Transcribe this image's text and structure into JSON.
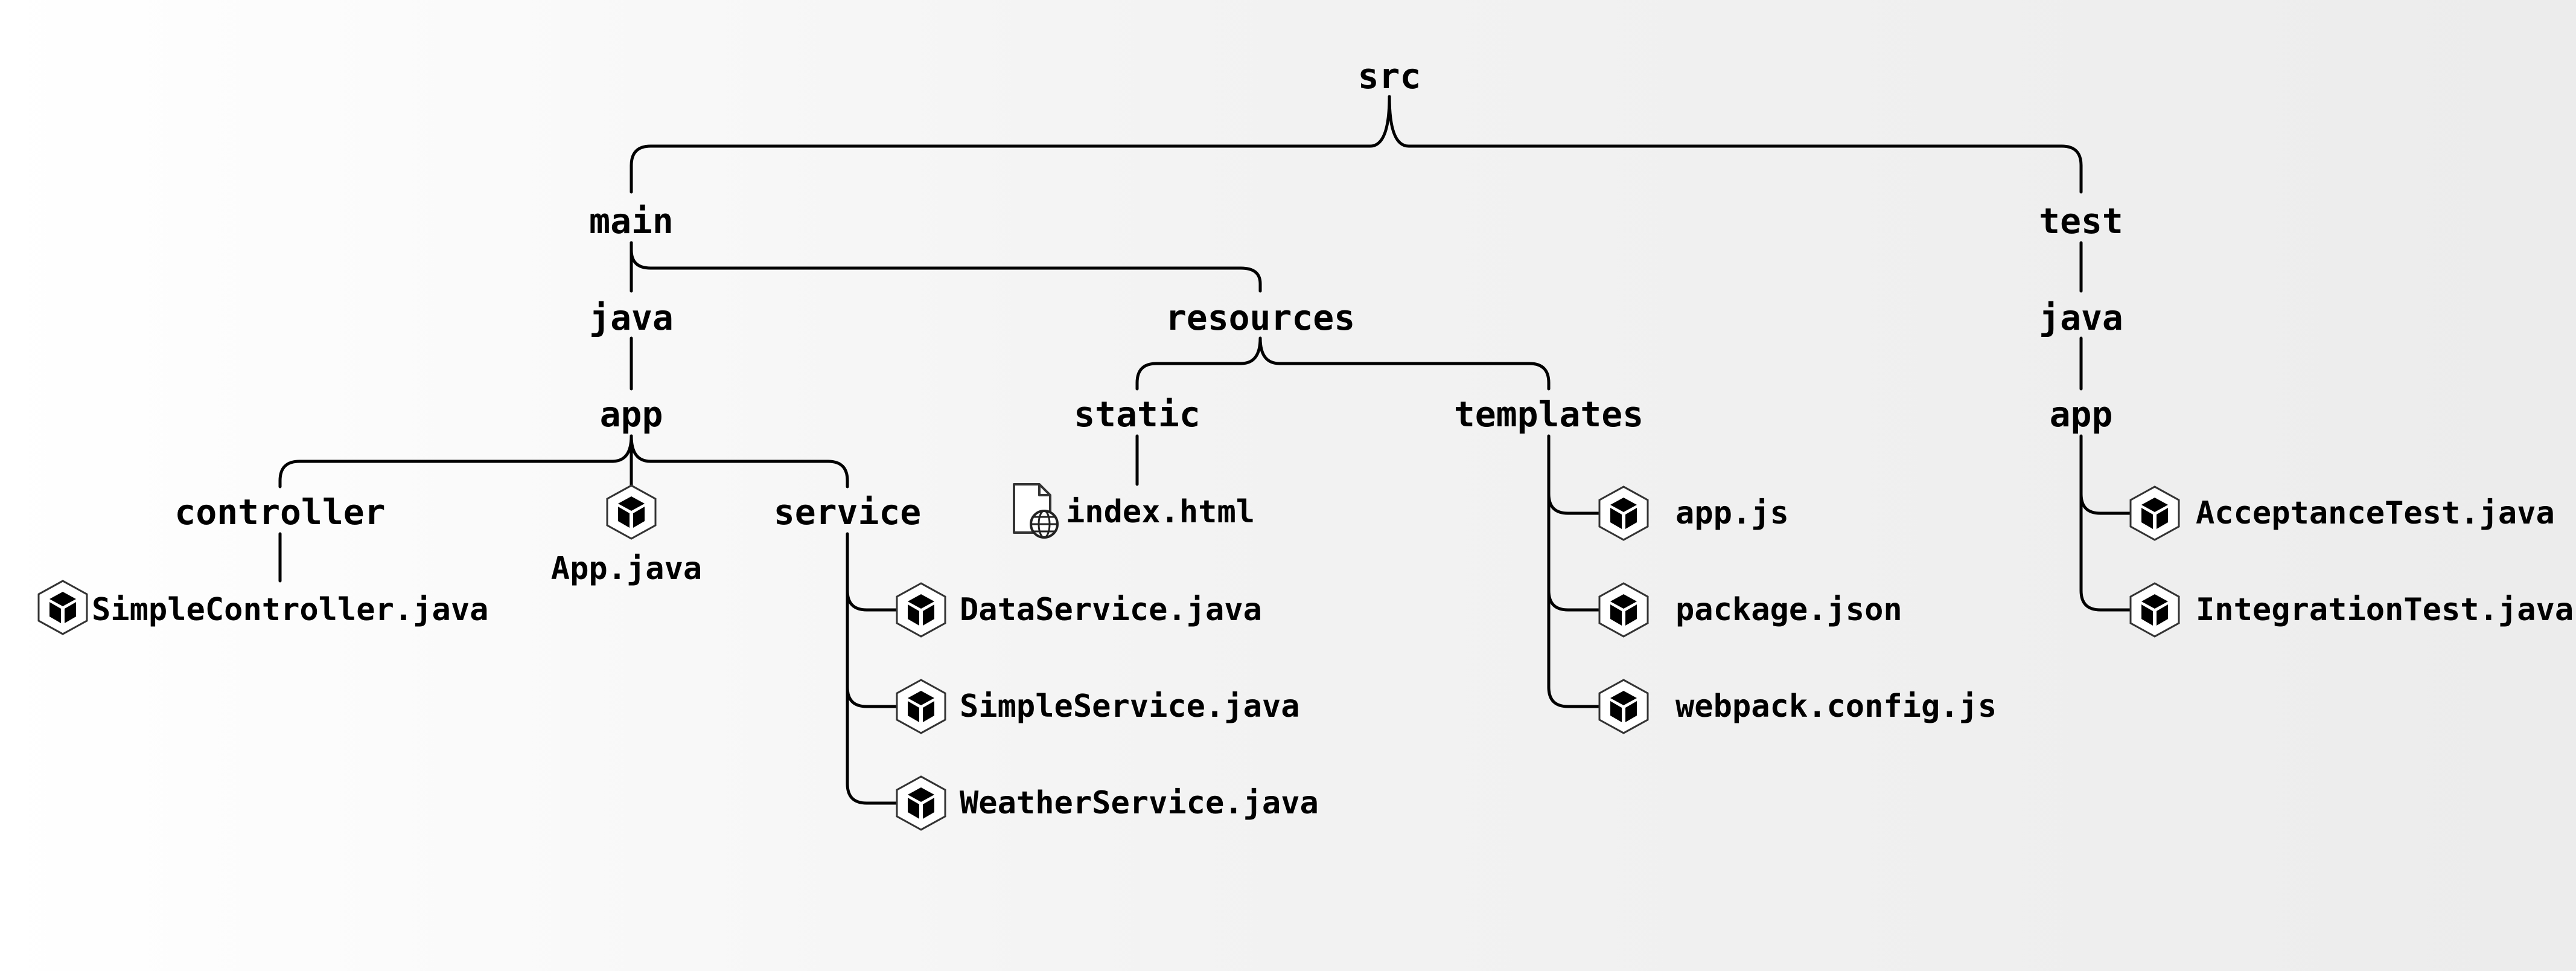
{
  "colors": {
    "java_icon": "#e8452a",
    "js_icon": "#8bc34a",
    "json_icon": "#2e6b12",
    "line": "#000000"
  },
  "tree": {
    "root": "src",
    "main": "main",
    "main_java": "java",
    "main_app": "app",
    "controller": "controller",
    "simple_controller": "SimpleController.java",
    "app_java": "App.java",
    "service": "service",
    "data_service": "DataService.java",
    "simple_service": "SimpleService.java",
    "weather_service": "WeatherService.java",
    "resources": "resources",
    "static": "static",
    "index_html": "index.html",
    "templates": "templates",
    "app_js": "app.js",
    "package_json": "package.json",
    "webpack_config": "webpack.config.js",
    "test": "test",
    "test_java": "java",
    "test_app": "app",
    "acceptance_test": "AcceptanceTest.java",
    "integration_test": "IntegrationTest.java"
  },
  "icons": {
    "simple_controller": "java-package-icon",
    "app_java": "java-package-icon",
    "data_service": "java-package-icon",
    "simple_service": "java-package-icon",
    "weather_service": "java-package-icon",
    "index_html": "web-document-icon",
    "app_js": "js-package-icon",
    "package_json": "json-package-icon",
    "webpack_config": "js-package-icon",
    "acceptance_test": "java-package-icon",
    "integration_test": "java-package-icon"
  }
}
